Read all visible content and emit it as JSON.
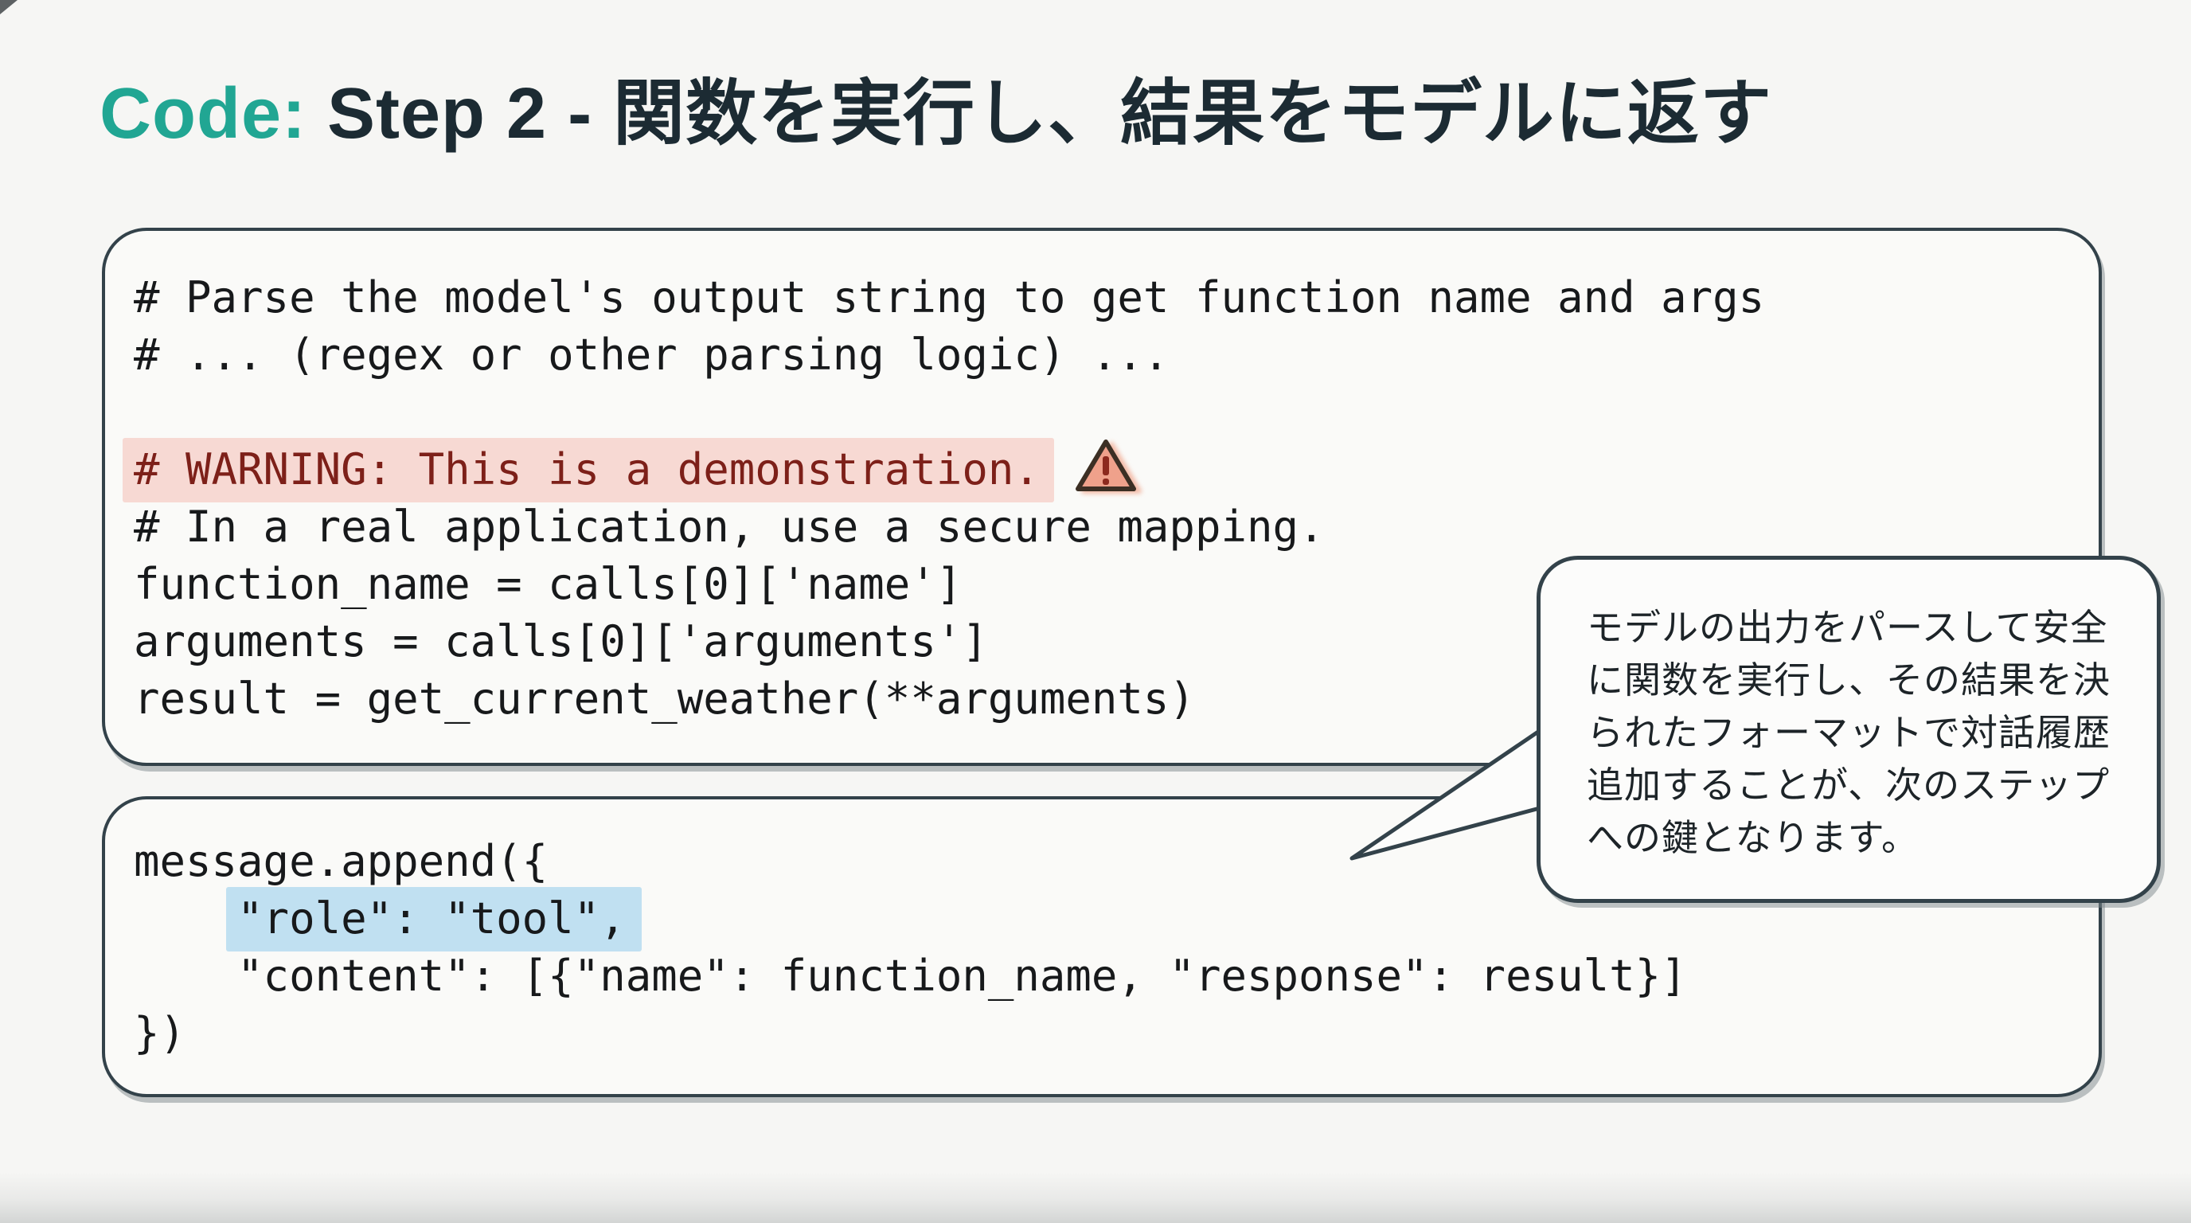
{
  "title": {
    "prefix": "Code:",
    "rest": " Step 2 - 関数を実行し、結果をモデルに返す"
  },
  "block1": {
    "line1": "# Parse the model's output string to get function name and args",
    "line2": "# ... (regex or other parsing logic) ...",
    "warning_line": "# WARNING: This is a demonstration.",
    "line4": "# In a real application, use a secure mapping.",
    "line5": "function_name = calls[0]['name']",
    "line6": "arguments = calls[0]['arguments']",
    "line7": "result = get_current_weather(**arguments)"
  },
  "block2": {
    "line1": "message.append({",
    "line2_indent": "    ",
    "line2_code": "\"role\": \"tool\",",
    "line3": "    \"content\": [{\"name\": function_name, \"response\": result}]",
    "line4": "})"
  },
  "callout": {
    "line1": "モデルの出力をパースして安全",
    "line2": "に関数を実行し、その結果を決",
    "line3": "られたフォーマットで対話履歴",
    "line4": "追加することが、次のステップ",
    "line5": "への鍵となります。"
  },
  "icons": {
    "warning": "warning-triangle-icon"
  },
  "colors": {
    "page_bg": "#f6f6f4",
    "box_bg": "#fafaf8",
    "box_border": "#33424a",
    "code_text": "#17191b",
    "title_accent": "#21a693",
    "title_text": "#1c2b33",
    "warning_bg": "#f7d9d3",
    "warning_text": "#7d2019",
    "triangle_fill": "#efa18b",
    "triangle_stroke": "#3c2f24",
    "triangle_mark": "#8c2a1e",
    "highlight_blue": "#c0e0f1",
    "callout_text": "#1d2428"
  }
}
